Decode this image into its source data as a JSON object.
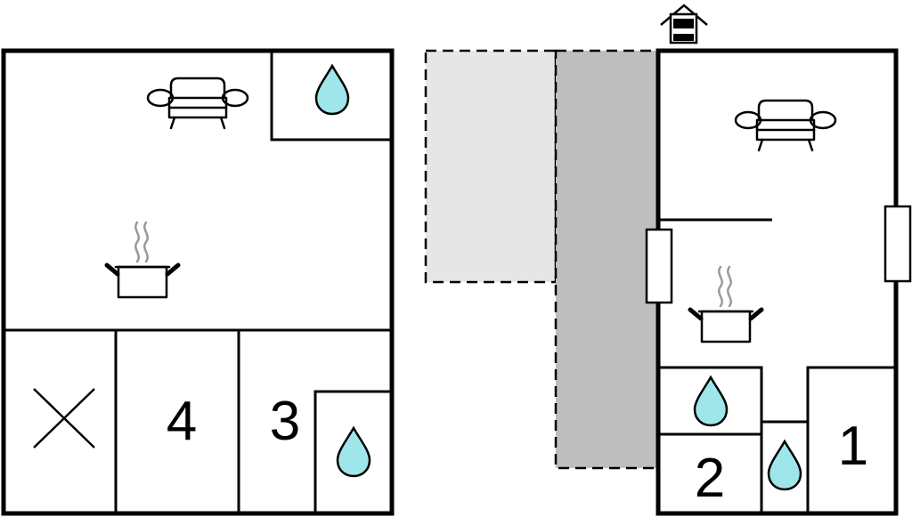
{
  "rooms": {
    "r1": "1",
    "r2": "2",
    "r3": "3",
    "r4": "4"
  },
  "colors": {
    "water": "#9fe6ea",
    "terrace_light": "#e6e6e6",
    "terrace_dark": "#bebebe",
    "steam": "#9a9a9a"
  },
  "icons": [
    "sofa-icon",
    "water-drop-icon",
    "cooking-pot-icon",
    "cross-icon",
    "entrance-icon",
    "window-icon"
  ]
}
